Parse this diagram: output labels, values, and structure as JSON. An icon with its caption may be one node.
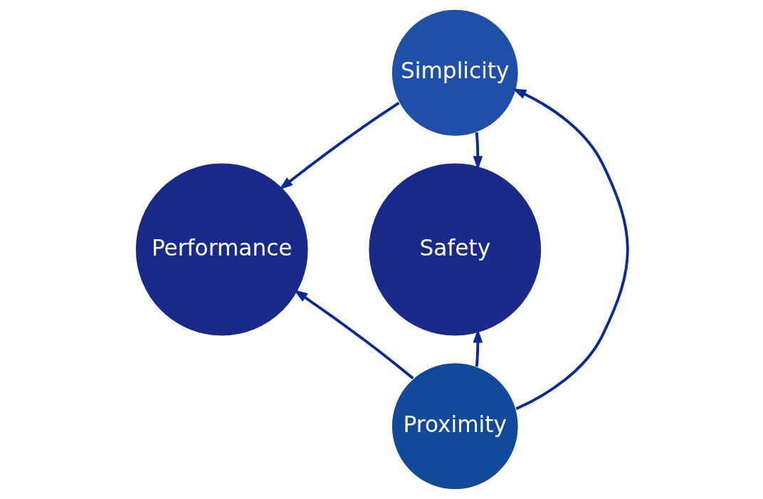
{
  "diagram": {
    "nodes": [
      {
        "text": [
          "Simplicity"
        ]
      },
      {
        "text": [
          "Performance"
        ]
      },
      {
        "text": [
          "Safety"
        ]
      },
      {
        "text": [
          "Proximity"
        ]
      }
    ],
    "edges": [
      {
        "from": 0,
        "to": 1,
        "arrow": "to"
      },
      {
        "from": 0,
        "to": 2,
        "arrow": "to"
      },
      {
        "from": 3,
        "to": 0,
        "arrow": "to"
      },
      {
        "from": 3,
        "to": 1,
        "arrow": "to"
      },
      {
        "from": 3,
        "to": 2,
        "arrow": "to"
      }
    ]
  }
}
